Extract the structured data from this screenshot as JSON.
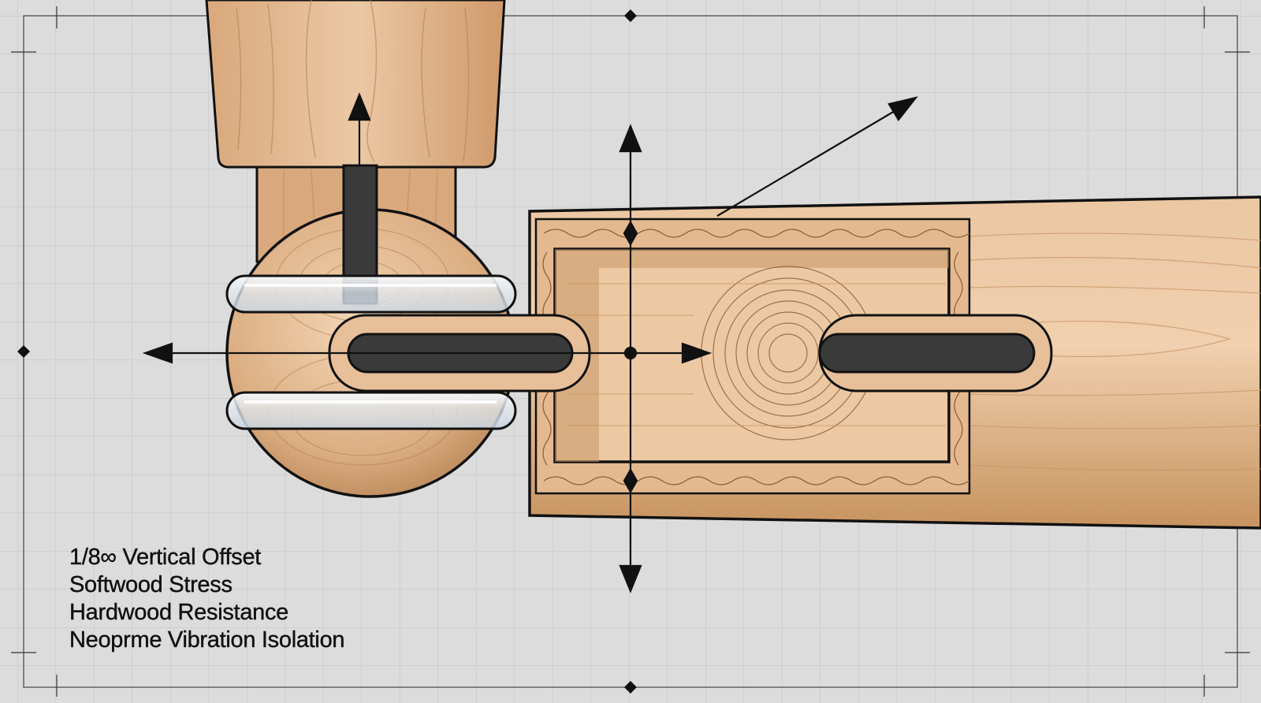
{
  "labels": [
    "1/8∞ Vertical Offset",
    "Softwood Stress",
    "Hardwood Resistance",
    "Neoprme Vibration Isolation"
  ],
  "colors": {
    "background": "#dcdcdc",
    "grid": "#c8c8c8",
    "wood_light": "#e8c3a0",
    "wood_mid": "#d9a87c",
    "wood_dark": "#b98657",
    "outline": "#111111",
    "slot": "#3a3a3a",
    "neoprene": "#eef3f8"
  }
}
